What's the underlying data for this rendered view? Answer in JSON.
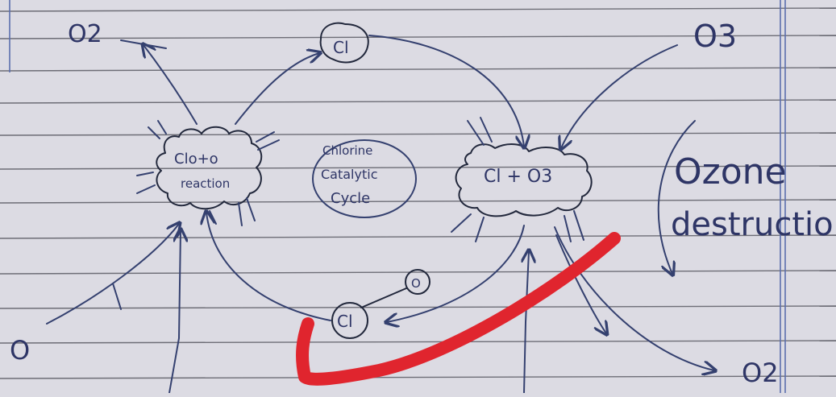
{
  "labels": {
    "o2_top": "O2",
    "o3": "O3",
    "cl_top": "Cl",
    "clo_o_line1": "Clo+o",
    "clo_o_line2": "reaction",
    "center_line1": "Chlorine",
    "center_line2": "Catalytic",
    "center_line3": "Cycle",
    "cl_o3": "Cl + O3",
    "ozone": "Ozone",
    "destruction": "destruction",
    "cl_bottom": "Cl",
    "o_small": "O",
    "o_left": "O",
    "o2_bottom": "O2"
  },
  "colors": {
    "paper": "#dcdbe3",
    "ink": "#34406f",
    "rule": "#6d6d76",
    "highlight": "#e0252e"
  }
}
